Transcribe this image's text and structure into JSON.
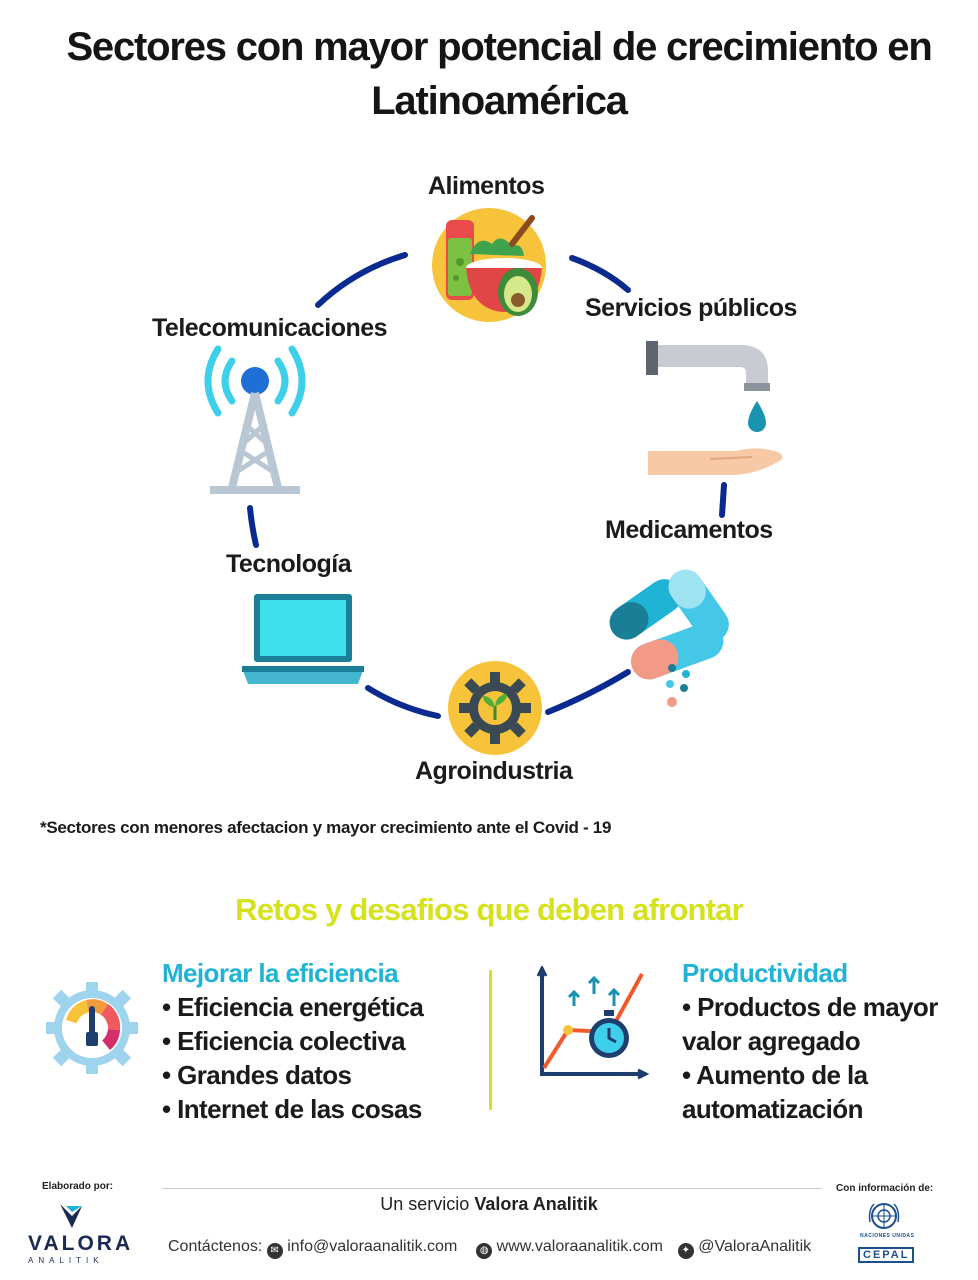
{
  "title": "Sectores con mayor potencial de crecimiento en Latinoamérica",
  "sectors": {
    "alimentos": "Alimentos",
    "servicios": "Servicios públicos",
    "medicamentos": "Medicamentos",
    "agroindustria": "Agroindustria",
    "tecnologia": "Tecnología",
    "telecom": "Telecomunicaciones"
  },
  "note": "*Sectores con menores afectacion y mayor crecimiento ante el Covid - 19",
  "retos": {
    "title": "Retos y desafios que deben afrontar",
    "eficiencia": {
      "title": "Mejorar la eficiencia",
      "items": [
        "Eficiencia energética",
        "Eficiencia colectiva",
        "Grandes datos",
        "Internet de las cosas"
      ]
    },
    "productividad": {
      "title": "Productividad",
      "items": [
        "Productos de mayor valor agregado",
        "Aumento de la automatización"
      ]
    }
  },
  "footer": {
    "elaborado": "Elaborado por:",
    "con_info": "Con información de:",
    "servicio_prefix": "Un servicio",
    "servicio_brand": "Valora Analitik",
    "contact_label": "Contáctenos:",
    "email": "info@valoraanalitik.com",
    "web": "www.valoraanalitik.com",
    "twitter": "@ValoraAnalitik",
    "logo_valora": "VALORA",
    "logo_analitik": "ANALITIK",
    "logo_un": "NACIONES UNIDAS",
    "logo_cepal": "CEPAL"
  },
  "colors": {
    "ring": "#0a2a8f",
    "accent_yellow": "#d6e21d",
    "accent_cyan": "#1fb3d6"
  }
}
